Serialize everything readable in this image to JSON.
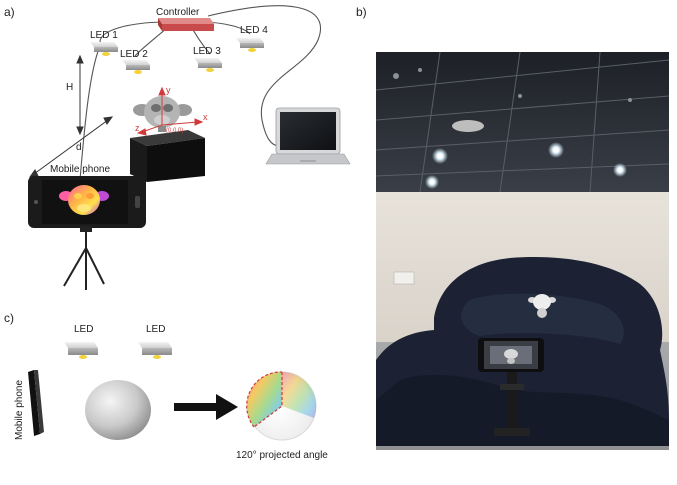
{
  "panels": {
    "a": "a)",
    "b": "b)",
    "c": "c)"
  },
  "diagram_a": {
    "controller": "Controller",
    "leds": [
      "LED 1",
      "LED 2",
      "LED 3",
      "LED 4"
    ],
    "height_label": "H",
    "distance_label": "d",
    "mobile_phone": "Mobile phone",
    "axis_x": "x",
    "axis_y": "y",
    "axis_z": "z",
    "origin": "(0,0,0)"
  },
  "diagram_c": {
    "led_left": "LED",
    "led_right": "LED",
    "mobile_phone": "Mobile phone",
    "projected_angle": "120° projected angle"
  },
  "colors": {
    "controller": "#c94a4a",
    "led_glow": "#f2d23a",
    "axis": "#d23a3a",
    "arrow": "#111111",
    "cloth": "#1c2233"
  }
}
